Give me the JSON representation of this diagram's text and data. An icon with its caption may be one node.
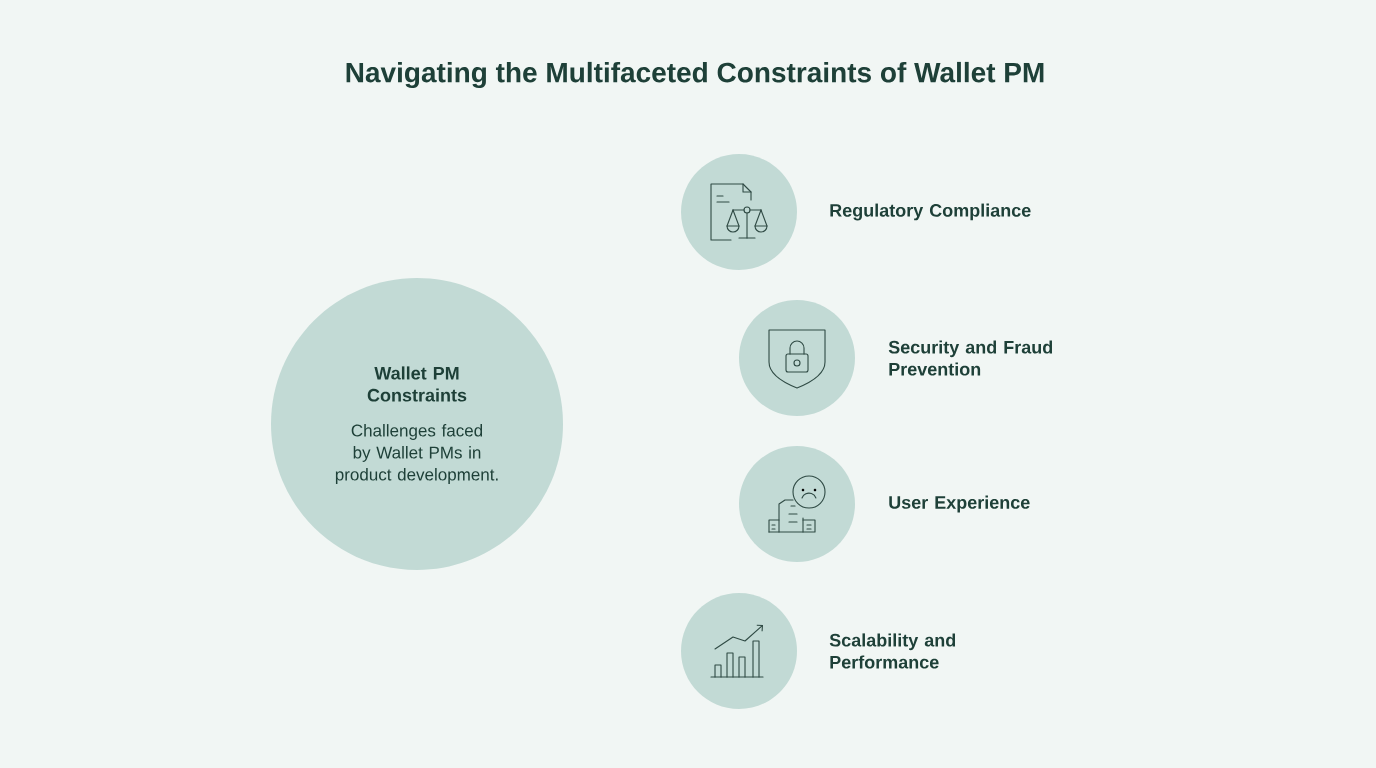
{
  "diagram": {
    "title": "Navigating the Multifaceted Constraints of Wallet PM",
    "nodes": [
      {
        "text": [
          "Wallet PM Constraints",
          "Challenges faced by Wallet PMs in product development."
        ]
      },
      {
        "text": [
          "Regulatory Compliance"
        ]
      },
      {
        "text": [
          "Security and Fraud Prevention"
        ]
      },
      {
        "text": [
          "User Experience"
        ]
      },
      {
        "text": [
          "Scalability and Performance"
        ]
      }
    ]
  }
}
